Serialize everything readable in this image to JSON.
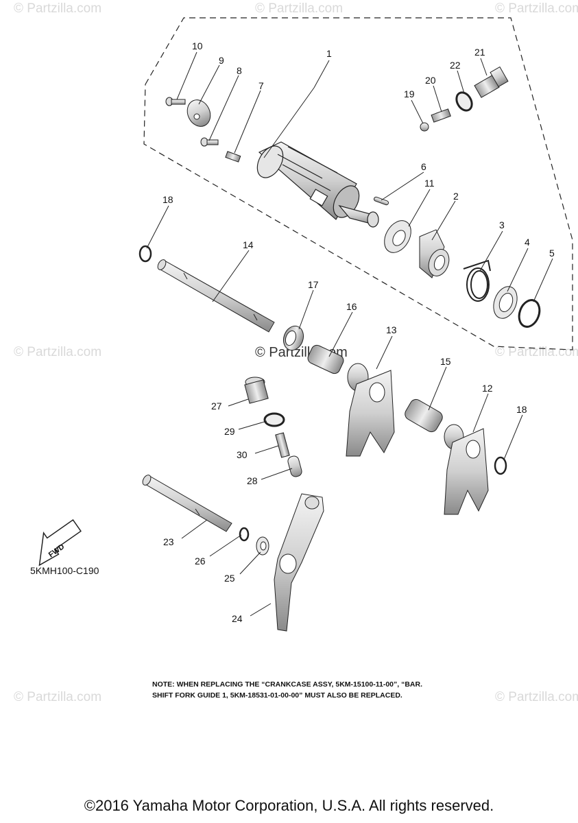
{
  "watermark": "© Partzilla.com",
  "diagram_code": "5KMH100-C190",
  "fwd_label": "FWD",
  "callouts": {
    "c1": "1",
    "c2": "2",
    "c3": "3",
    "c4": "4",
    "c5": "5",
    "c6": "6",
    "c7": "7",
    "c8": "8",
    "c9": "9",
    "c10": "10",
    "c11": "11",
    "c12": "12",
    "c13": "13",
    "c14": "14",
    "c15": "15",
    "c16": "16",
    "c17": "17",
    "c18a": "18",
    "c18b": "18",
    "c19": "19",
    "c20": "20",
    "c21": "21",
    "c22": "22",
    "c23": "23",
    "c24": "24",
    "c25": "25",
    "c26": "26",
    "c27": "27",
    "c28": "28",
    "c29": "29",
    "c30": "30"
  },
  "note": {
    "line1": "NOTE: WHEN REPLACING THE “CRANKCASE ASSY, 5KM-15100-11-00”, “BAR.",
    "line2": "SHIFT FORK GUIDE 1, 5KM-18531-01-00-00” MUST ALSO BE REPLACED."
  },
  "copyright": "©2016 Yamaha Motor Corporation, U.S.A. All rights reserved."
}
